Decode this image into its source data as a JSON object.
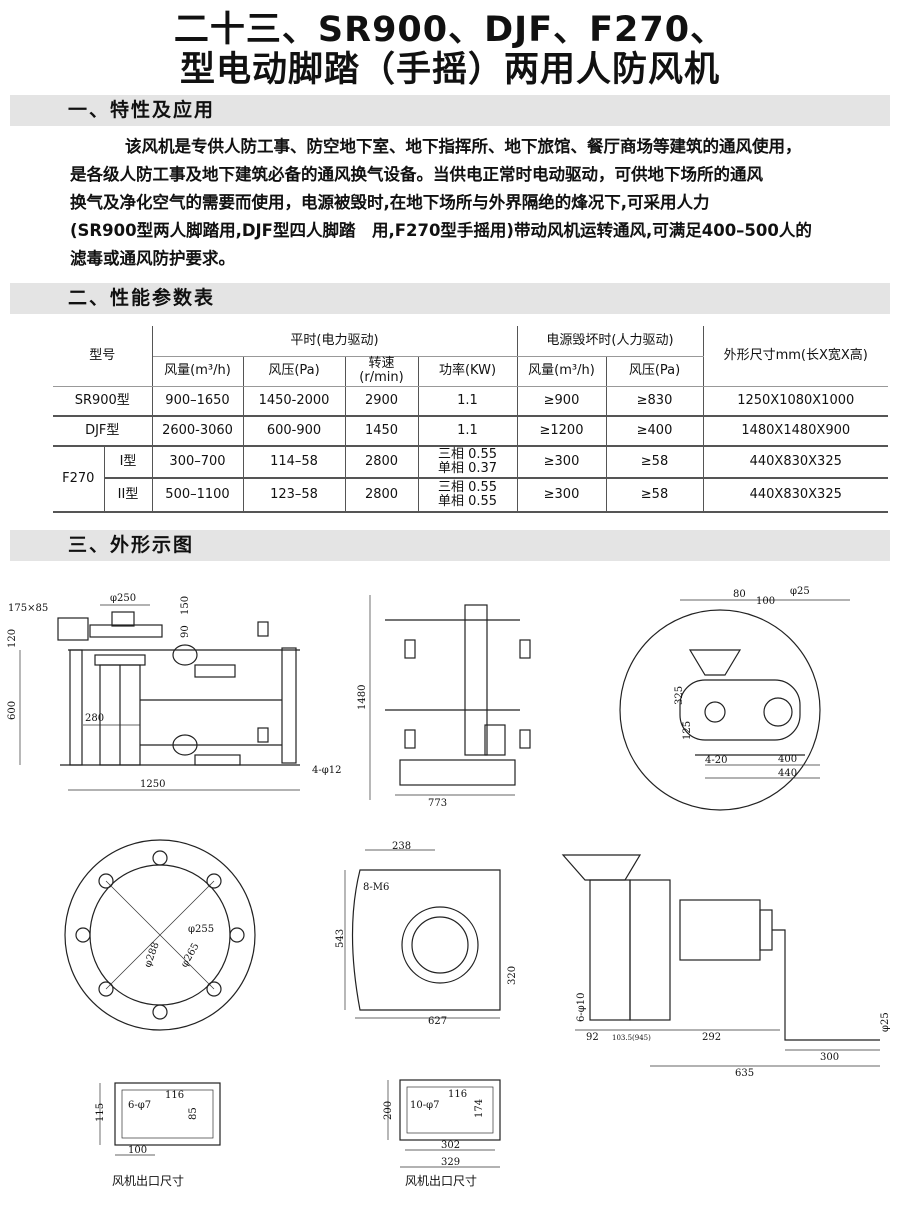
{
  "title": {
    "line1": "二十三、SR900、DJF、F270、",
    "line2": "型电动脚踏（手摇）两用人防风机"
  },
  "sections": [
    {
      "heading": "一、特性及应用"
    },
    {
      "heading": "二、性能参数表"
    },
    {
      "heading": "三、外形示图"
    }
  ],
  "description": {
    "lines": [
      "该风机是专供人防工事、防空地下室、地下指挥所、地下旅馆、餐厅商场等建筑的通风使用，",
      "是各级人防工事及地下建筑必备的通风换气设备。当供电正常时电动驱动，可供地下场所的通风",
      "换气及净化空气的需要而使用，电源被毁时,在地下场所与外界隔绝的烽况下,可采用人力",
      "(SR900型两人脚踏用,DJF型四人脚踏　用,F270型手摇用)带动风机运转通风,可满足400–500人的",
      "滤毒或通风防护要求。"
    ]
  },
  "table": {
    "h_model": "型号",
    "h_normal": "平时(电力驱动)",
    "h_manual": "电源毁坏时(人力驱动)",
    "h_size": "外形尺寸mm(长X宽X高)",
    "sub": [
      "风量(m³/h)",
      "风压(Pa)",
      "转速(r/min)",
      "功率(KW)",
      "风量(m³/h)",
      "风压(Pa)"
    ],
    "rows": [
      {
        "model": "SR900型",
        "sub": "",
        "flow": "900–1650",
        "pressure": "1450-2000",
        "speed": "2900",
        "power1": "1.1",
        "power2": "",
        "mflow": "≥900",
        "mpressure": "≥830",
        "size": "1250X1080X1000"
      },
      {
        "model": "DJF型",
        "sub": "",
        "flow": "2600-3060",
        "pressure": "600-900",
        "speed": "1450",
        "power1": "1.1",
        "power2": "",
        "mflow": "≥1200",
        "mpressure": "≥400",
        "size": "1480X1480X900"
      },
      {
        "model": "F270",
        "sub": "I型",
        "flow": "300–700",
        "pressure": "114–58",
        "speed": "2800",
        "power1": "三相 0.55",
        "power2": "单相 0.37",
        "mflow": "≥300",
        "mpressure": "≥58",
        "size": "440X830X325"
      },
      {
        "model": "F270",
        "sub": "II型",
        "flow": "500–1100",
        "pressure": "123–58",
        "speed": "2800",
        "power1": "三相 0.55",
        "power2": "单相 0.55",
        "mflow": "≥300",
        "mpressure": "≥58",
        "size": "440X830X325"
      }
    ]
  },
  "drawings": {
    "d1": [
      "175×85",
      "φ250",
      "150",
      "90",
      "120",
      "600",
      "280",
      "1250",
      "4-φ12"
    ],
    "d2": [
      "1480",
      "773"
    ],
    "d3": [
      "φ25",
      "80",
      "100",
      "325",
      "125",
      "400",
      "440",
      "4-20"
    ],
    "d4": [
      "φ255",
      "φ288",
      "φ265"
    ],
    "d5": [
      "238",
      "8-M6",
      "543",
      "320",
      "627"
    ],
    "d6": [
      "φ25",
      "92",
      "103.5(945)",
      "292",
      "300",
      "635",
      "6-φ10"
    ],
    "d7": [
      "115",
      "6-φ7",
      "116",
      "85",
      "100"
    ],
    "d8": [
      "200",
      "10-φ7",
      "116",
      "174",
      "302",
      "329"
    ],
    "caption": "风机出口尺寸"
  }
}
